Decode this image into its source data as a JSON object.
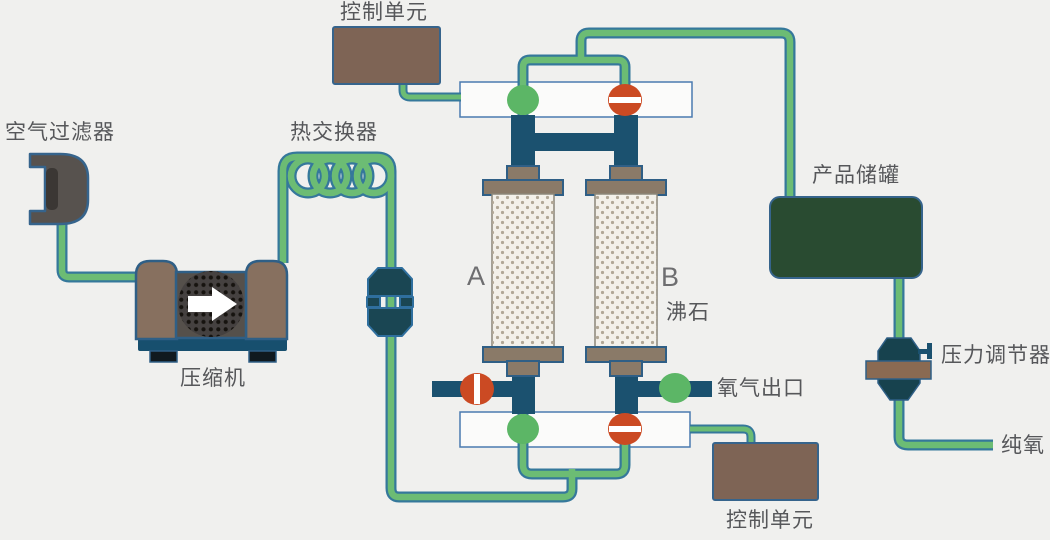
{
  "labels": {
    "control_unit_top": "控制单元",
    "air_filter": "空气过滤器",
    "heat_exchanger": "热交换器",
    "compressor": "压缩机",
    "column_a": "A",
    "column_b": "B",
    "zeolite": "沸石",
    "product_tank": "产品储罐",
    "pressure_regulator": "压力调节器",
    "oxygen_outlet": "氧气出口",
    "pure_oxygen": "纯氧",
    "control_unit_bottom": "控制单元"
  },
  "colors": {
    "background": "#f0f0ee",
    "pipe_fill_green": "#6cbc74",
    "pipe_outline_teal": "#35789b",
    "pipe_dark_blue": "#1b516f",
    "equipment_brown": "#7e6455",
    "cap_brown": "#8a7a68",
    "tank_dark_green": "#294b31",
    "valve_open_green": "#5cb666",
    "valve_closed_red": "#cb4a23",
    "regulator_teal": "#17424e",
    "metal_dark_gray": "#55504b",
    "column_body": "#f3f0e9",
    "manifold_white": "#fbfbfa",
    "label_text": "#56575a"
  }
}
